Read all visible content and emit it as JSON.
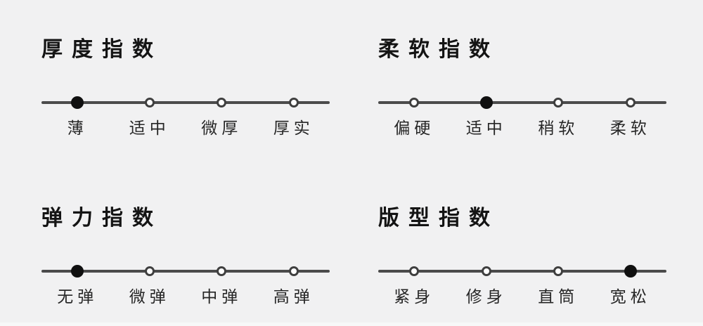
{
  "colors": {
    "bg": "#f1f1f2",
    "track": "#4b4b4b",
    "dot-ring": "#3f3f3f",
    "dot-hollow-fill": "#ffffff",
    "dot-filled": "#101010",
    "title-text": "#141414",
    "label-text": "#262626"
  },
  "indices": [
    {
      "title": "厚度指数",
      "selected": "薄",
      "options": [
        {
          "label": "薄",
          "selected": true
        },
        {
          "label": "适中",
          "selected": false
        },
        {
          "label": "微厚",
          "selected": false
        },
        {
          "label": "厚实",
          "selected": false
        }
      ]
    },
    {
      "title": "柔软指数",
      "selected": "适中",
      "options": [
        {
          "label": "偏硬",
          "selected": false
        },
        {
          "label": "适中",
          "selected": true
        },
        {
          "label": "稍软",
          "selected": false
        },
        {
          "label": "柔软",
          "selected": false
        }
      ]
    },
    {
      "title": "弹力指数",
      "selected": "无弹",
      "options": [
        {
          "label": "无弹",
          "selected": true
        },
        {
          "label": "微弹",
          "selected": false
        },
        {
          "label": "中弹",
          "selected": false
        },
        {
          "label": "高弹",
          "selected": false
        }
      ]
    },
    {
      "title": "版型指数",
      "selected": "宽松",
      "options": [
        {
          "label": "紧身",
          "selected": false
        },
        {
          "label": "修身",
          "selected": false
        },
        {
          "label": "直筒",
          "selected": false
        },
        {
          "label": "宽松",
          "selected": true
        }
      ]
    }
  ]
}
